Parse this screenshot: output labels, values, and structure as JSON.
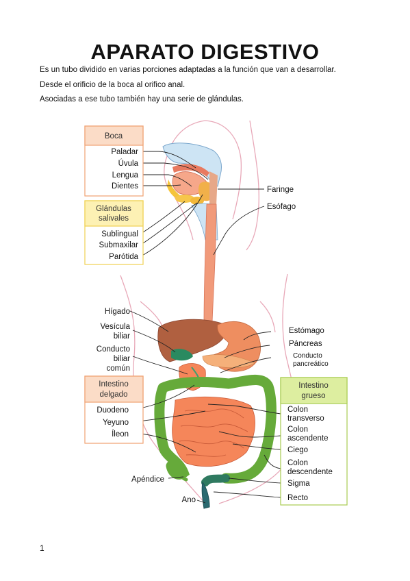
{
  "title": "APARATO DIGESTIVO",
  "intro": [
    "Es un tubo dividido en varias porciones adaptadas a la función que van a desarrollar.",
    "Desde el orificio de la boca al orifico anal.",
    "Asociadas a ese tubo también hay una serie de glándulas."
  ],
  "page_number": "1",
  "colors": {
    "box_orange_header": "#fbdcc7",
    "box_orange_border": "#f0a070",
    "box_yellow_header": "#fdf1b4",
    "box_yellow_border": "#f0d050",
    "box_green_header": "#ddeea0",
    "box_green_border": "#a8cc50",
    "body_outline": "#e8a8b8",
    "esophagus": "#f19a7a",
    "liver": "#b06040",
    "stomach": "#ee8e60",
    "small_intestine": "#f5865a",
    "large_intestine": "#66aa3a",
    "gallbladder": "#2a8a60",
    "rectum": "#2a6a70"
  },
  "boxes": {
    "boca": {
      "header": "Boca",
      "items": [
        "Paladar",
        "Úvula",
        "Lengua",
        "Dientes"
      ]
    },
    "glandulas": {
      "header_line1": "Glándulas",
      "header_line2": "salivales",
      "items": [
        "Sublingual",
        "Submaxilar",
        "Parótida"
      ]
    },
    "intestino_delgado": {
      "header_line1": "Intestino",
      "header_line2": "delgado",
      "items": [
        "Duodeno",
        "Yeyuno",
        "Íleon"
      ]
    },
    "intestino_grueso": {
      "header_line1": "Intestino",
      "header_line2": "grueso",
      "colon_transverso": [
        "Colon",
        "transverso"
      ],
      "colon_ascendente": [
        "Colon",
        "ascendente"
      ],
      "ciego": "Ciego",
      "colon_descendente": [
        "Colon",
        "descendente"
      ],
      "sigma": "Sigma",
      "recto": "Recto"
    }
  },
  "labels": {
    "faringe": "Faringe",
    "esofago": "Esófago",
    "higado": "Hígado",
    "vesicula": [
      "Vesícula",
      "biliar"
    ],
    "conducto_biliar": [
      "Conducto",
      "biliar",
      "común"
    ],
    "estomago": "Estómago",
    "pancreas": "Páncreas",
    "conducto_pancreatico": [
      "Conducto",
      "pancreático"
    ],
    "apendice": "Apéndice",
    "ano": "Ano"
  }
}
